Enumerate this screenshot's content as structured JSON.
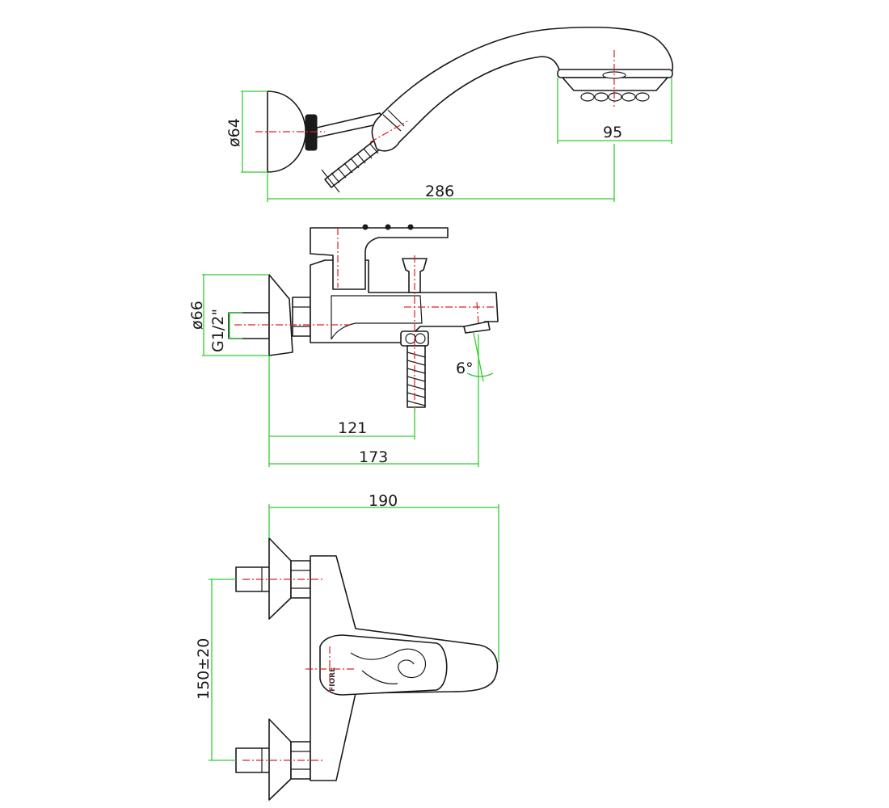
{
  "dimensions": {
    "handshower_bracket_diameter": "ø64",
    "handshower_head_width": "95",
    "handshower_total_length": "286",
    "body_flange_diameter": "ø66",
    "inlet_thread": "G1/2\"",
    "spout_tilt_angle": "6°",
    "diverter_offset": "121",
    "spout_projection": "173",
    "lever_projection": "190",
    "inlet_centers": "150±20"
  },
  "logo_text": "FIORE",
  "colors": {
    "dimension": "#33cc33",
    "centerline": "#e02020",
    "outline": "#1a1a1a"
  }
}
